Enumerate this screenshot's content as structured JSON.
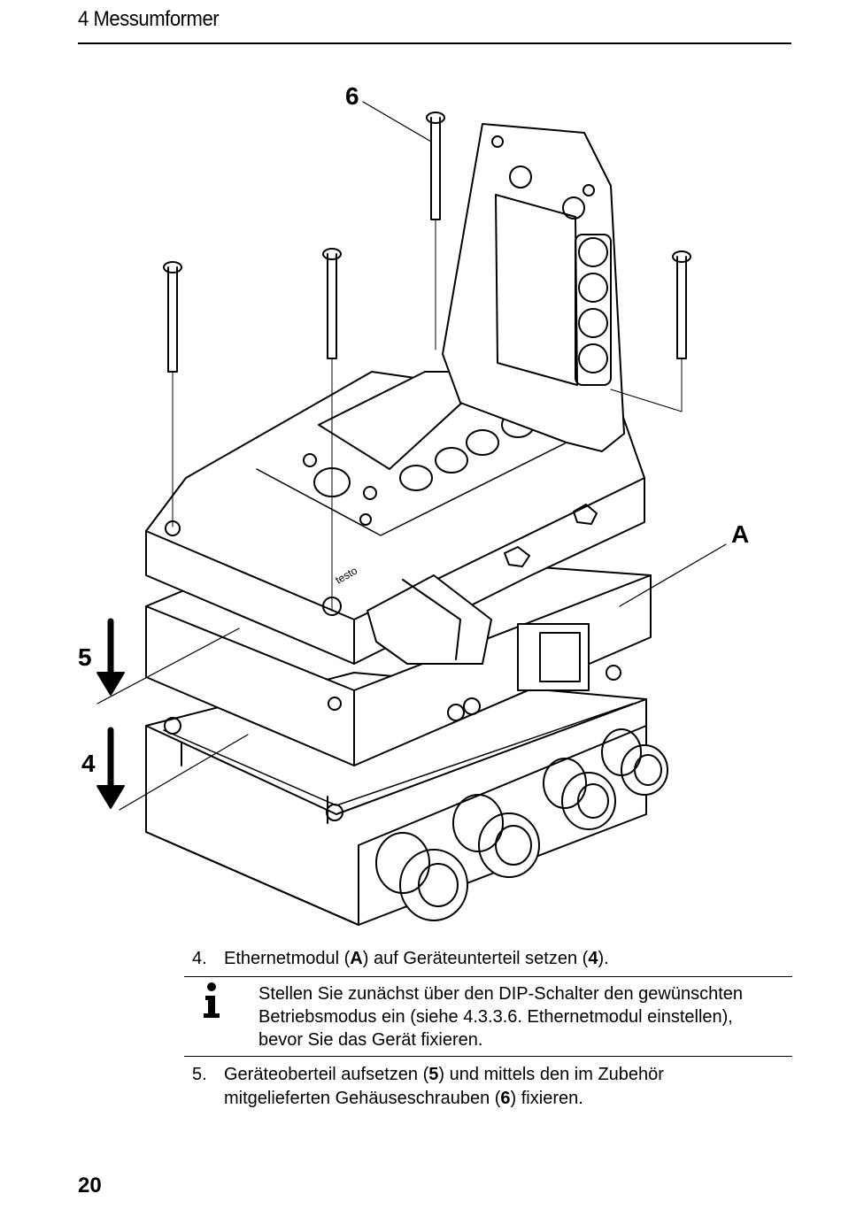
{
  "header": {
    "section": "4 Messumformer"
  },
  "figure": {
    "callouts": {
      "screws": "6",
      "ethernet_module": "A",
      "top_part": "5",
      "bottom_part": "4"
    },
    "brand_on_device": "testo"
  },
  "steps": [
    {
      "number": "4.",
      "parts": [
        "Ethernetmodul (",
        "A",
        ") auf Geräteunterteil setzen (",
        "4",
        ")."
      ]
    },
    {
      "number": "5.",
      "parts": [
        "Geräteoberteil aufsetzen (",
        "5",
        ") und mittels den im Zubehör mitgelieferten Gehäuseschrauben (",
        "6",
        ") fixieren."
      ]
    }
  ],
  "note": {
    "icon": "info-icon",
    "text": "Stellen Sie zunächst über den DIP-Schalter den gewünschten Betriebsmodus ein (siehe 4.3.3.6. Ethernetmodul einstellen), bevor Sie das Gerät fixieren."
  },
  "footer": {
    "page_number": "20"
  }
}
